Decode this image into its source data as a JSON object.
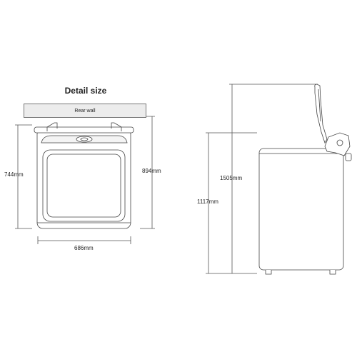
{
  "title": "Detail size",
  "rear_wall_label": "Rear wall",
  "dimensions": {
    "front_height": "744mm",
    "lid_open_depth": "894mm",
    "width": "686mm",
    "side_height_body": "1117mm",
    "side_height_lid_open": "1505mm"
  }
}
